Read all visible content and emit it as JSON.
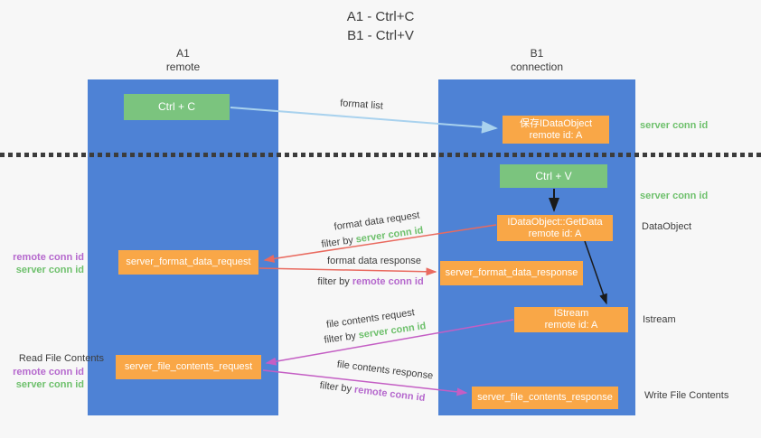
{
  "title": {
    "line1": "A1 - Ctrl+C",
    "line2": "B1 - Ctrl+V"
  },
  "columns": {
    "left": {
      "name": "A1",
      "role": "remote"
    },
    "right": {
      "name": "B1",
      "role": "connection"
    }
  },
  "boxes": {
    "ctrl_c": "Ctrl + C",
    "ctrl_v": "Ctrl + V",
    "save_idataobject": {
      "line1": "保存IDataObject",
      "line2": "remote id: A"
    },
    "getdata": {
      "line1": "IDataObject::GetData",
      "line2": "remote id: A"
    },
    "istream": {
      "line1": "IStream",
      "line2": "remote id: A"
    },
    "server_format_data_request": "server_format_data_request",
    "server_format_data_response": "server_format_data_response",
    "server_file_contents_request": "server_file_contents_request",
    "server_file_contents_response": "server_file_contents_response"
  },
  "arrow_labels": {
    "format_list": "format list",
    "format_data_request": "format data request",
    "format_data_response": "format data response",
    "file_contents_request": "file contents request",
    "file_contents_response": "file contents response",
    "filter_by": "filter by ",
    "server_conn_id": "server conn id",
    "remote_conn_id": "remote conn id"
  },
  "side_labels": {
    "server_conn_id_top": "server conn id",
    "server_conn_id_mid": "server conn id",
    "dataobject": "DataObject",
    "istream": "Istream",
    "write_file_contents": "Write File Contents",
    "read_file_contents": "Read File Contents",
    "remote_conn_id_upper": "remote conn id",
    "server_conn_id_upper": "server conn id",
    "remote_conn_id_lower": "remote conn id",
    "server_conn_id_lower": "server conn id"
  },
  "colors": {
    "background": "#f7f7f7",
    "lifeline_blue": "#4e82d5",
    "box_orange": "#f9a747",
    "box_green": "#7bc47e",
    "text_green": "#6ec06c",
    "text_purple": "#b568cd",
    "arrow_red": "#e96a5f",
    "arrow_magenta": "#c45ec4",
    "arrow_light_blue": "#a9d2ee",
    "arrow_black": "#1a1a1a"
  }
}
